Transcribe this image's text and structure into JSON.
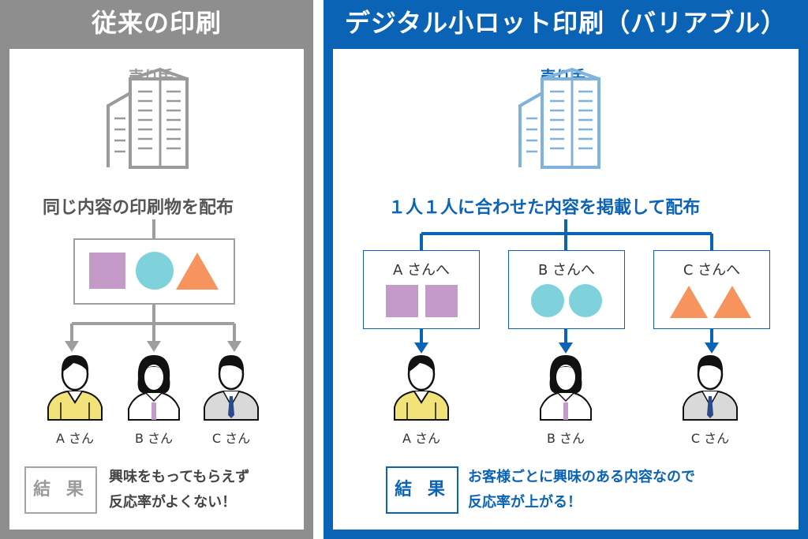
{
  "left": {
    "title": "従来の印刷",
    "seller": "売り手",
    "caption": "同じ内容の印刷物を配布",
    "customers": [
      "A さん",
      "B さん",
      "C さん"
    ],
    "result_label": "結 果",
    "result_line1": "興味をもってもらえず",
    "result_line2": "反応率がよくない！"
  },
  "right": {
    "title": "デジタル小ロット印刷（バリアブル）",
    "seller": "売り手",
    "caption": "１人１人に合わせた内容を掲載して配布",
    "boxes": [
      "A さんへ",
      "B さんへ",
      "C さんへ"
    ],
    "customers": [
      "A さん",
      "B さん",
      "C さん"
    ],
    "result_label": "結 果",
    "result_line1": "お客様ごとに興味のある内容なので",
    "result_line2": "反応率が上がる！"
  },
  "colors": {
    "gray_panel": "#8e8e8e",
    "blue_panel": "#0a63b4",
    "square": "#c49ac9",
    "circle": "#7fd2dc",
    "triangle": "#f7935c"
  }
}
